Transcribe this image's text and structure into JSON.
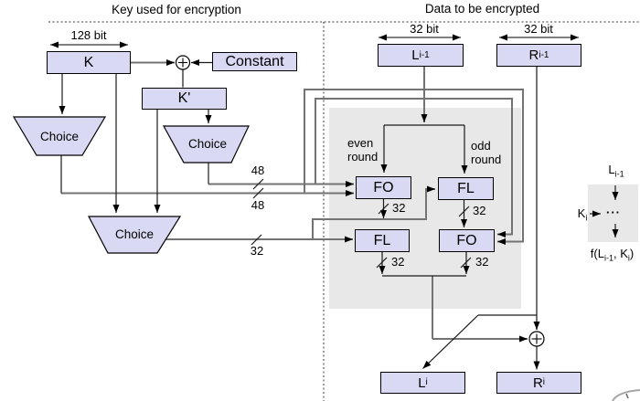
{
  "titles": {
    "key_section": "Key used for encryption",
    "data_section": "Data to be encrypted"
  },
  "key_schedule": {
    "width_label": "128 bit",
    "k": "K",
    "constant": "Constant",
    "k_prime": "K'",
    "choice1": "Choice",
    "choice2": "Choice",
    "choice3": "Choice",
    "bus48_upper": "48",
    "bus48_lower": "48",
    "bus32": "32"
  },
  "data_path": {
    "left_width_label": "32 bit",
    "right_width_label": "32 bit",
    "l_in": {
      "base": "L",
      "sub": "i-1"
    },
    "r_in": {
      "base": "R",
      "sub": "i-1"
    },
    "even_round": {
      "line1": "even",
      "line2": "round"
    },
    "odd_round": {
      "line1": "odd",
      "line2": "round"
    },
    "fo_top": "FO",
    "fl_top": "FL",
    "fl_bottom": "FL",
    "fo_bottom": "FO",
    "bus_fo_top": "32",
    "bus_fl_top": "32",
    "bus_fl_bottom": "32",
    "bus_fo_bottom": "32",
    "l_out": {
      "base": "L",
      "sub": "i"
    },
    "r_out": {
      "base": "R",
      "sub": "i"
    }
  },
  "mini": {
    "input": {
      "base": "L",
      "sub": "i-1"
    },
    "key": {
      "base": "K",
      "sub": "i"
    },
    "dots": "···",
    "output": {
      "p1": "f(L",
      "sub1": "i-1",
      "p2": ", K",
      "sub2": "i",
      "p3": ")"
    }
  },
  "colors": {
    "box_fill": "#d9d9f3",
    "panel_fill": "#e8e8e8",
    "bus_line": "#737373",
    "line": "#1a1a1a"
  }
}
